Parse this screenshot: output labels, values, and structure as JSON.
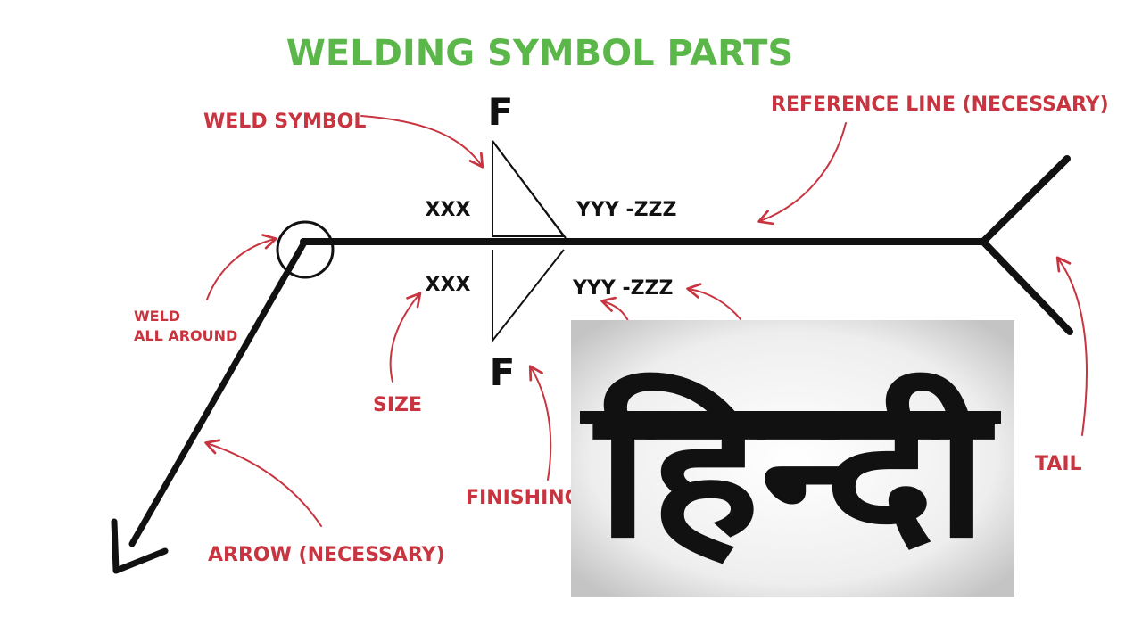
{
  "title": "WELDING SYMBOL PARTS",
  "colors": {
    "title": "#5bb749",
    "label": "#c8343f",
    "line": "#111111",
    "overlay_bg_center": "#ffffff",
    "overlay_bg_edge": "#c9c9c9"
  },
  "labels": {
    "weld_symbol": "WELD SYMBOL",
    "reference_line": "REFERENCE LINE (NECESSARY)",
    "weld_all_around_line1": "WELD",
    "weld_all_around_line2": "ALL AROUND",
    "size": "SIZE",
    "finishing": "FINISHING",
    "arrow": "ARROW (NECESSARY)",
    "tail": "TAIL"
  },
  "symbol": {
    "finish_top": "F",
    "finish_bottom": "F",
    "size_top": "XXX",
    "size_bottom": "XXX",
    "length_pitch_top": "YYY -ZZZ",
    "length_pitch_bottom": "YYY -ZZZ"
  },
  "overlay": {
    "text": "हिन्दी"
  }
}
